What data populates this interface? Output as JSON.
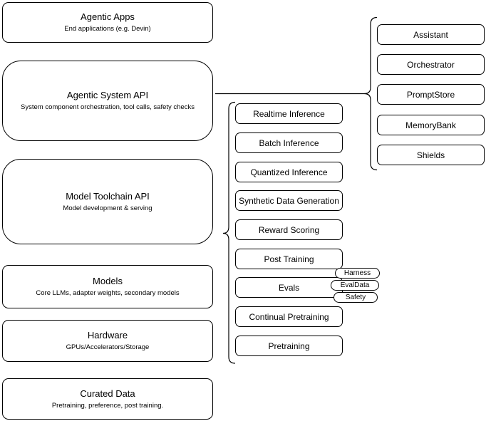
{
  "stack_layers": [
    {
      "title": "Agentic Apps",
      "subtitle": "End applications (e.g. Devin)"
    },
    {
      "title": "Agentic System API",
      "subtitle": "System component orchestration, tool calls, safety checks"
    },
    {
      "title": "Model Toolchain API",
      "subtitle": "Model development & serving"
    },
    {
      "title": "Models",
      "subtitle": "Core LLMs, adapter weights, secondary models"
    },
    {
      "title": "Hardware",
      "subtitle": "GPUs/Accelerators/Storage"
    },
    {
      "title": "Curated Data",
      "subtitle": "Pretraining, preference, post training."
    }
  ],
  "toolchain": {
    "items": [
      {
        "label": "Realtime Inference"
      },
      {
        "label": "Batch Inference"
      },
      {
        "label": "Quantized Inference"
      },
      {
        "label": "Synthetic Data Generation"
      },
      {
        "label": "Reward Scoring"
      },
      {
        "label": "Post Training"
      },
      {
        "label": "Evals"
      },
      {
        "label": "Continual Pretraining"
      },
      {
        "label": "Pretraining"
      }
    ],
    "evals_badges": [
      {
        "label": "Harness"
      },
      {
        "label": "EvalData"
      },
      {
        "label": "Safety"
      }
    ]
  },
  "components": {
    "items": [
      {
        "label": "Assistant"
      },
      {
        "label": "Orchestrator"
      },
      {
        "label": "PromptStore"
      },
      {
        "label": "MemoryBank"
      },
      {
        "label": "Shields"
      }
    ]
  },
  "colors": {
    "stroke": "#000000",
    "fill": "#ffffff",
    "text": "#000000",
    "background": "#ffffff"
  }
}
